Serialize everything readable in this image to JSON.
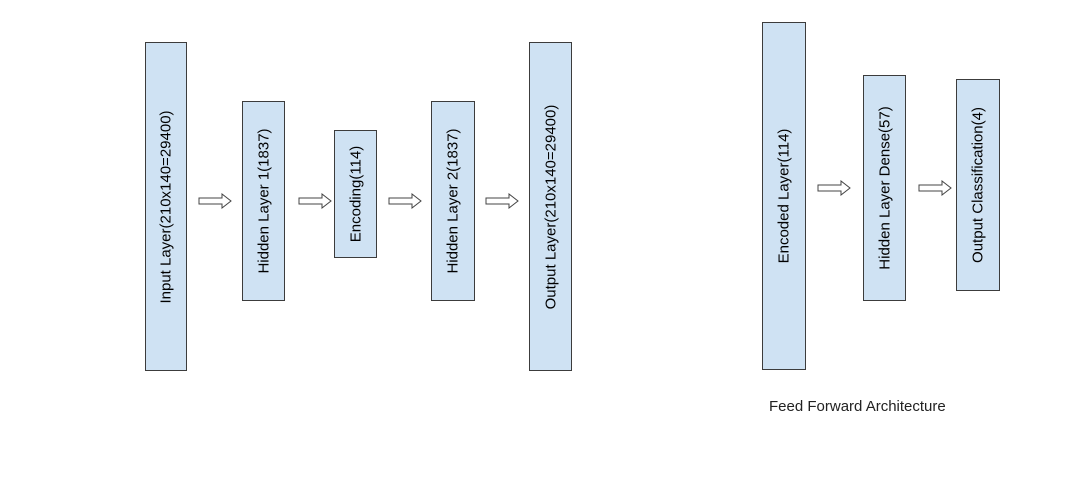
{
  "autoencoder": {
    "input_label": "Input Layer(210x140=29400)",
    "hidden1_label": "Hidden Layer 1(1837)",
    "encoding_label": "Encoding(114)",
    "hidden2_label": "Hidden Layer 2(1837)",
    "output_label": "Output Layer(210x140=29400)"
  },
  "feed_forward": {
    "encoded_label": "Encoded Layer(114)",
    "hidden_dense_label": "Hidden Layer Dense(57)",
    "output_label": "Output Classification(4)",
    "caption": "Feed Forward Architecture"
  },
  "colors": {
    "box_fill": "#cfe2f3",
    "box_border": "#3c3c3c"
  }
}
